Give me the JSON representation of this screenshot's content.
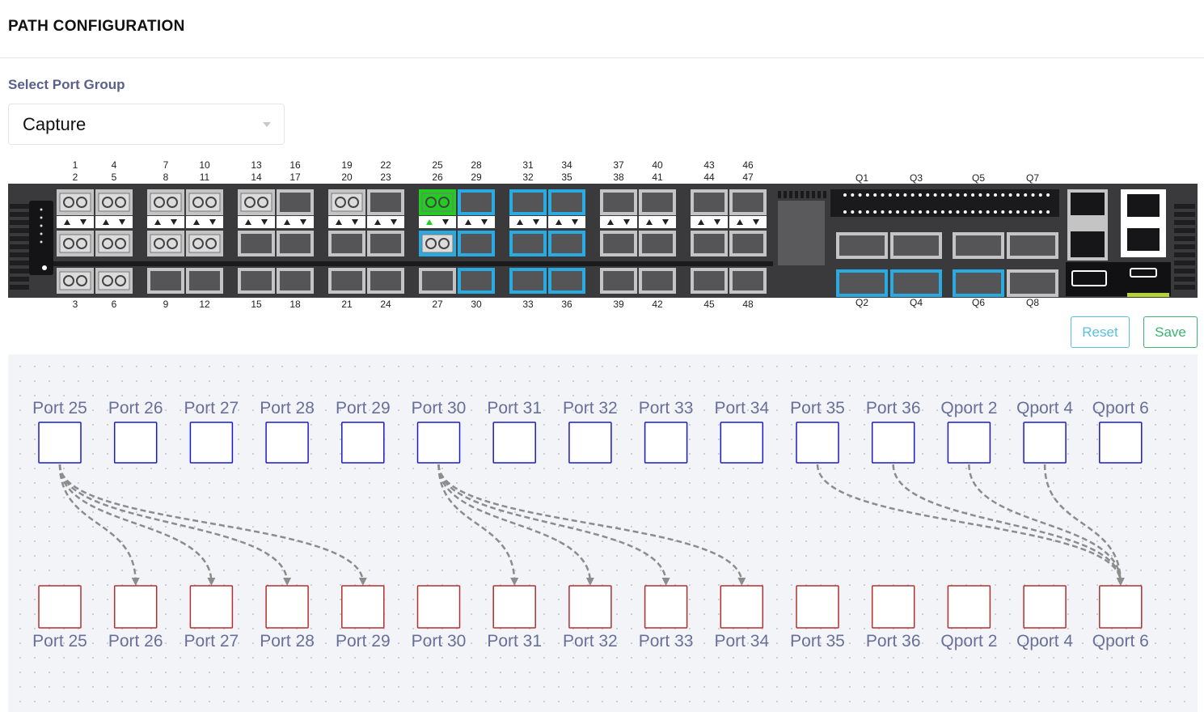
{
  "header": {
    "title": "PATH CONFIGURATION"
  },
  "port_group": {
    "label": "Select Port Group",
    "selected": "Capture"
  },
  "device": {
    "top_labels_row1": [
      "1",
      "4",
      "7",
      "10",
      "13",
      "16",
      "19",
      "22",
      "25",
      "28",
      "31",
      "34",
      "37",
      "40",
      "43",
      "46"
    ],
    "top_labels_row2": [
      "2",
      "5",
      "8",
      "11",
      "14",
      "17",
      "20",
      "23",
      "26",
      "29",
      "32",
      "35",
      "38",
      "41",
      "44",
      "47"
    ],
    "bottom_labels": [
      "3",
      "6",
      "9",
      "12",
      "15",
      "18",
      "21",
      "24",
      "27",
      "30",
      "33",
      "36",
      "39",
      "42",
      "45",
      "48"
    ],
    "qsfp_top_labels": [
      "Q1",
      "Q3",
      "Q5",
      "Q7"
    ],
    "qsfp_bottom_labels": [
      "Q2",
      "Q4",
      "Q6",
      "Q8"
    ],
    "colors": {
      "selected_port": "#29abe2",
      "active_port": "#22cc22",
      "chassis": "#3a3a3c"
    }
  },
  "actions": {
    "reset_label": "Reset",
    "save_label": "Save"
  },
  "paths": {
    "source_ports": [
      "Port 25",
      "Port 26",
      "Port 27",
      "Port 28",
      "Port 29",
      "Port 30",
      "Port 31",
      "Port 32",
      "Port 33",
      "Port 34",
      "Port 35",
      "Port 36",
      "Qport 2",
      "Qport 4",
      "Qport 6"
    ],
    "dest_ports": [
      "Port 25",
      "Port 26",
      "Port 27",
      "Port 28",
      "Port 29",
      "Port 30",
      "Port 31",
      "Port 32",
      "Port 33",
      "Port 34",
      "Port 35",
      "Port 36",
      "Qport 2",
      "Qport 4",
      "Qport 6"
    ],
    "connections": [
      {
        "from": "Port 25",
        "to": "Port 26"
      },
      {
        "from": "Port 25",
        "to": "Port 27"
      },
      {
        "from": "Port 25",
        "to": "Port 28"
      },
      {
        "from": "Port 25",
        "to": "Port 29"
      },
      {
        "from": "Port 30",
        "to": "Port 31"
      },
      {
        "from": "Port 30",
        "to": "Port 32"
      },
      {
        "from": "Port 30",
        "to": "Port 33"
      },
      {
        "from": "Port 30",
        "to": "Port 34"
      },
      {
        "from": "Port 35",
        "to": "Qport 6"
      },
      {
        "from": "Port 36",
        "to": "Qport 6"
      },
      {
        "from": "Qport 2",
        "to": "Qport 6"
      },
      {
        "from": "Qport 4",
        "to": "Qport 6"
      }
    ],
    "colors": {
      "source_border": "#1a1acc",
      "dest_border": "#b03030",
      "label": "#6a6f9a",
      "connector": "#8c8c8c"
    }
  }
}
